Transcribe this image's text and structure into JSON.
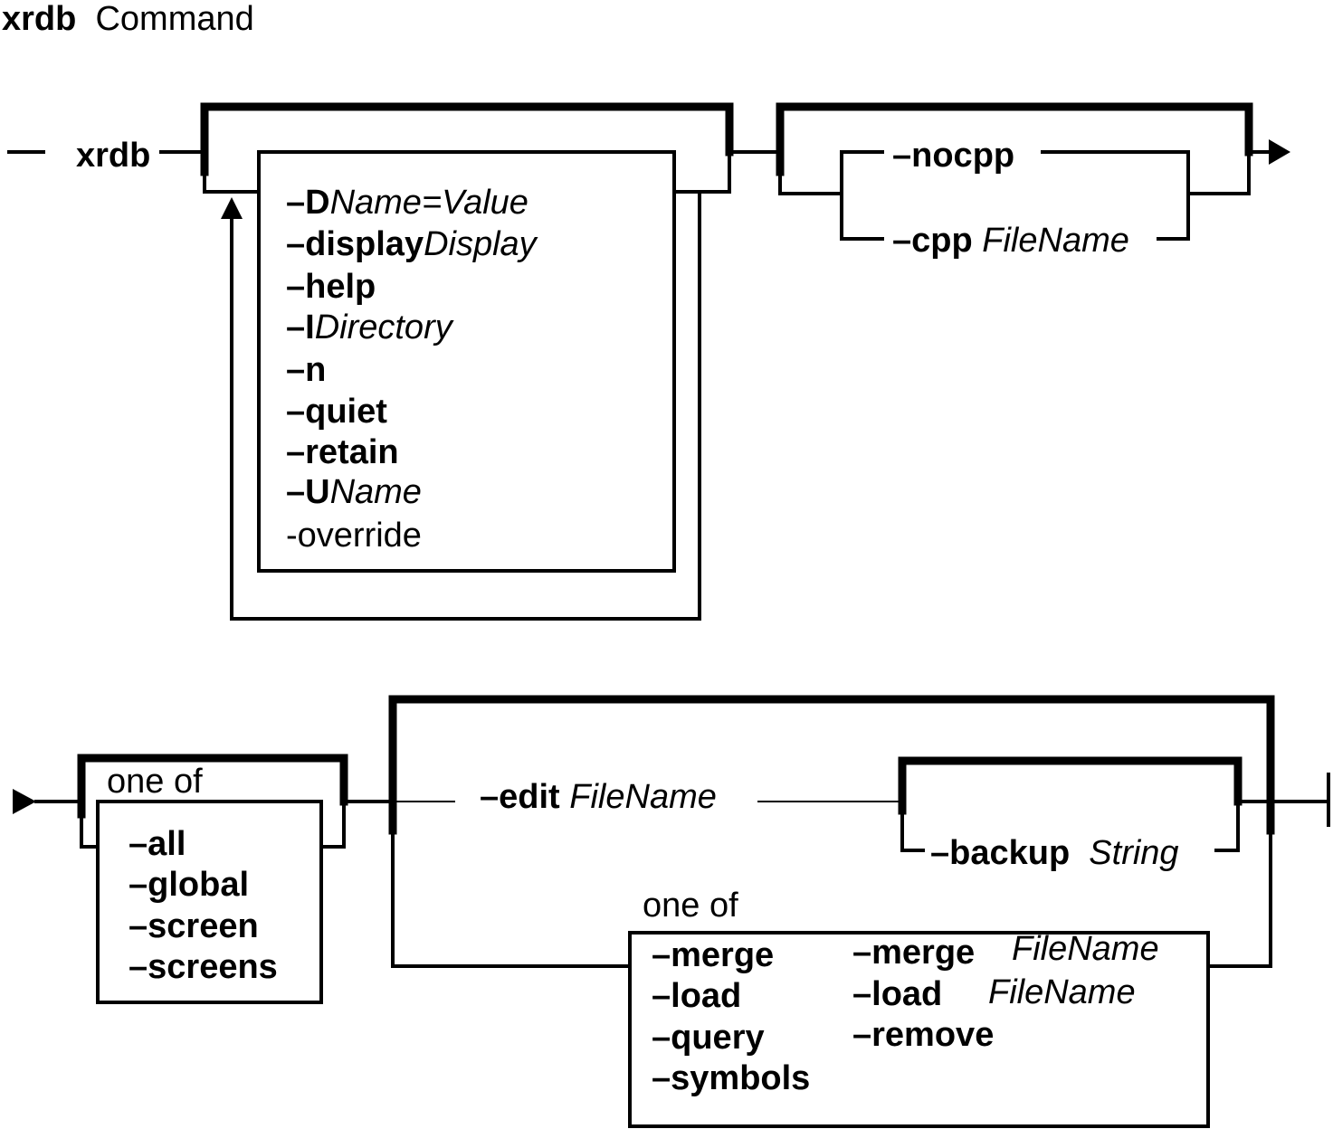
{
  "title": {
    "command": "xrdb",
    "word": "Command"
  },
  "colors": {
    "ink": "#000000",
    "background": "#ffffff"
  },
  "start": {
    "command": "xrdb"
  },
  "options": {
    "D": {
      "flag": "–D",
      "arg": "Name=Value"
    },
    "display": {
      "flag": "–display",
      "arg": "Display"
    },
    "help": {
      "flag": "–help"
    },
    "I": {
      "flag": "–I",
      "arg": "Directory"
    },
    "n": {
      "flag": "–n"
    },
    "quiet": {
      "flag": "–quiet"
    },
    "retain": {
      "flag": "–retain"
    },
    "U": {
      "flag": "–U",
      "arg": "Name"
    },
    "override": {
      "flag": "-override"
    }
  },
  "preprocessor": {
    "nocpp": {
      "flag": "–nocpp"
    },
    "cpp": {
      "flag": "–cpp",
      "arg": "FileName"
    }
  },
  "scope": {
    "label": "one of",
    "items": [
      "–all",
      "–global",
      "–screen",
      "–screens"
    ]
  },
  "edit": {
    "flag": "–edit",
    "arg": "FileName",
    "backup": {
      "flag": "–backup",
      "arg": "String"
    }
  },
  "operations": {
    "label": "one of",
    "left": [
      "–merge",
      "–load",
      "–query",
      "–symbols"
    ],
    "right": [
      {
        "flag": "–merge",
        "arg": "FileName"
      },
      {
        "flag": "–load",
        "arg": "FileName"
      },
      {
        "flag": "–remove"
      }
    ]
  }
}
